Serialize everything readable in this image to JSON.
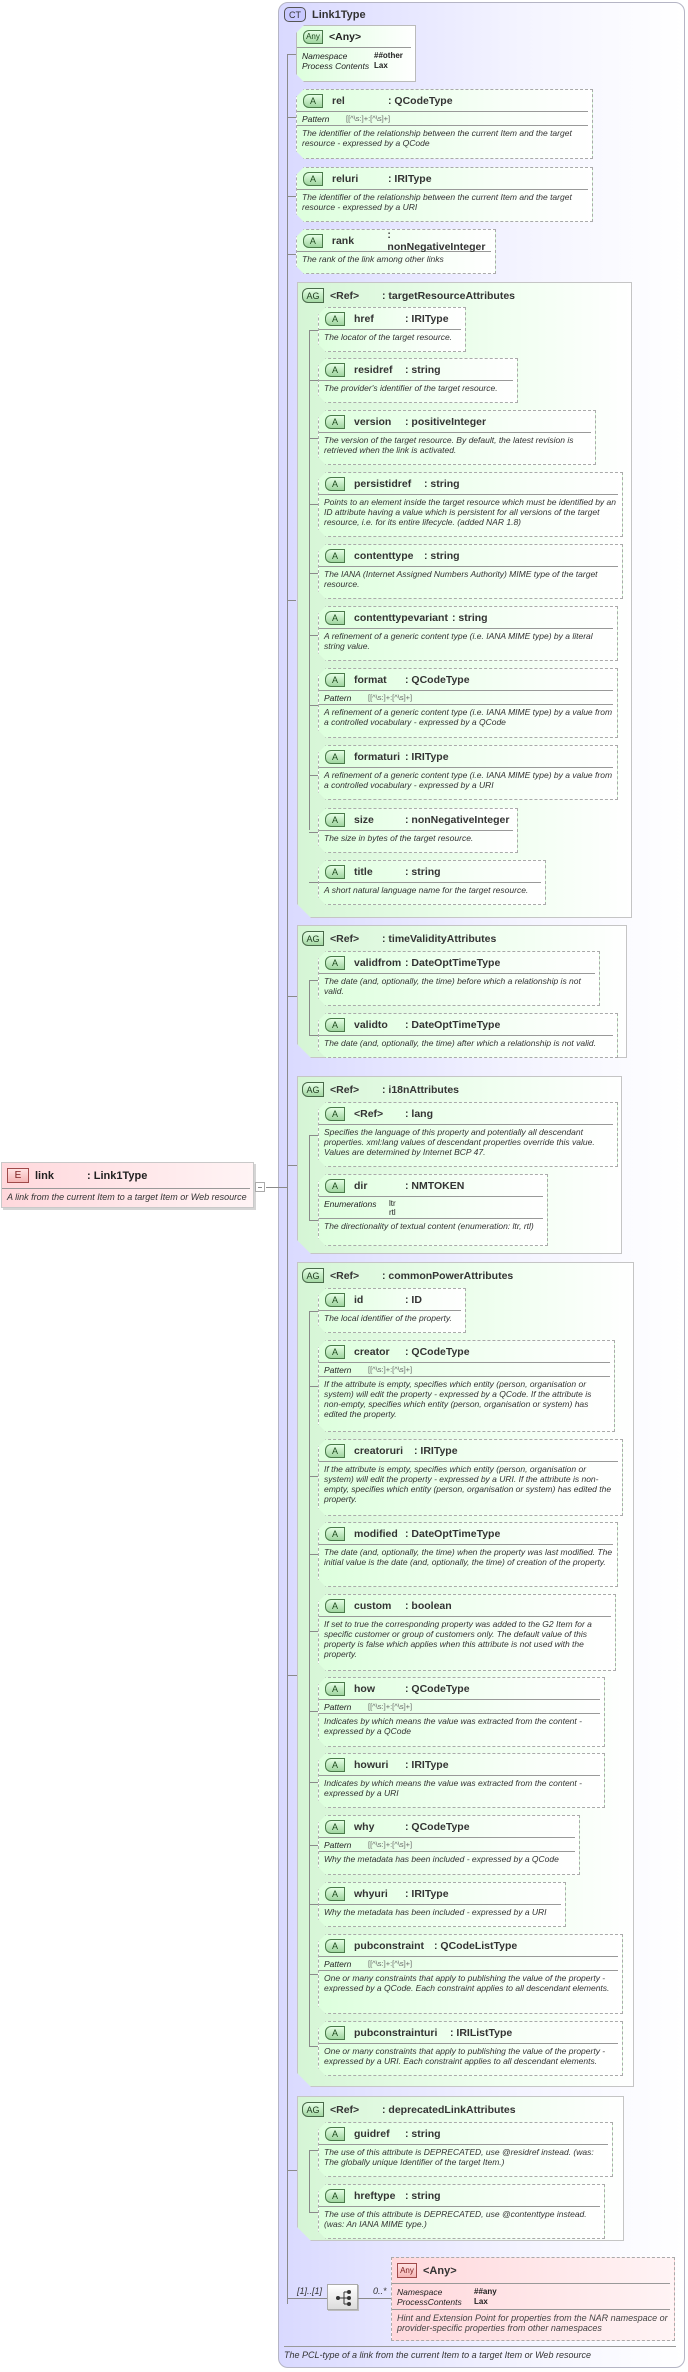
{
  "element": {
    "badge": "E",
    "name": "link",
    "type": ": Link1Type",
    "description": "A link from the current Item to a target Item or Web resource"
  },
  "complex_type": {
    "badge": "CT",
    "name": "Link1Type",
    "footer": "The PCL-type of a link from the current Item to a target Item or Web resource"
  },
  "any_top": {
    "badge": "Any",
    "label": "<Any>",
    "namespace_key": "Namespace",
    "namespace_val": "##other",
    "process_key": "Process Contents",
    "process_val": "Lax"
  },
  "attributes": [
    {
      "badge": "A",
      "name": "rel",
      "type": ": QCodeType",
      "pattern_key": "Pattern",
      "pattern": "[[^\\s:]+:[^\\s]+]",
      "desc": "The identifier of the relationship between the current Item and the target resource - expressed by a QCode"
    },
    {
      "badge": "A",
      "name": "reluri",
      "type": ": IRIType",
      "desc": "The identifier of the relationship between the current Item and the target resource - expressed by a URI"
    },
    {
      "badge": "A",
      "name": "rank",
      "type": ": nonNegativeInteger",
      "desc": "The rank of the link among other links"
    }
  ],
  "groups": [
    {
      "badge": "AG",
      "ref": "<Ref>",
      "name": ": targetResourceAttributes",
      "attributes": [
        {
          "badge": "A",
          "name": "href",
          "type": ": IRIType",
          "desc": "The locator of the target resource."
        },
        {
          "badge": "A",
          "name": "residref",
          "type": ": string",
          "desc": "The  provider's identifier of the target resource."
        },
        {
          "badge": "A",
          "name": "version",
          "type": ": positiveInteger",
          "desc": "The version of the target resource. By default, the latest revision is retrieved when the link is activated."
        },
        {
          "badge": "A",
          "name": "persistidref",
          "type": ": string",
          "desc": "Points to an element inside the target resource which must be identified by an ID attribute having a value which is persistent for all versions of the target resource, i.e. for its entire lifecycle. (added NAR 1.8)"
        },
        {
          "badge": "A",
          "name": "contenttype",
          "type": ": string",
          "desc": "The IANA (Internet Assigned Numbers Authority) MIME type of the target resource."
        },
        {
          "badge": "A",
          "name": "contenttypevariant",
          "type": ": string",
          "desc": "A refinement of a generic content type (i.e. IANA MIME type) by a literal string value."
        },
        {
          "badge": "A",
          "name": "format",
          "type": ": QCodeType",
          "pattern_key": "Pattern",
          "pattern": "[[^\\s:]+:[^\\s]+]",
          "desc": "A refinement of a generic content type (i.e. IANA MIME type) by a value from a controlled vocabulary - expressed by a QCode"
        },
        {
          "badge": "A",
          "name": "formaturi",
          "type": ": IRIType",
          "desc": "A refinement of a generic content type (i.e. IANA MIME type) by a value from a controlled vocabulary - expressed by a URI"
        },
        {
          "badge": "A",
          "name": "size",
          "type": ": nonNegativeInteger",
          "desc": "The size in bytes of the target resource."
        },
        {
          "badge": "A",
          "name": "title",
          "type": ": string",
          "desc": "A short natural language name for the target resource."
        }
      ]
    },
    {
      "badge": "AG",
      "ref": "<Ref>",
      "name": ": timeValidityAttributes",
      "attributes": [
        {
          "badge": "A",
          "name": "validfrom",
          "type": ": DateOptTimeType",
          "desc": "The date (and, optionally, the time) before which a relationship is not valid."
        },
        {
          "badge": "A",
          "name": "validto",
          "type": ": DateOptTimeType",
          "desc": "The date (and, optionally, the time) after which a relationship is not valid."
        }
      ]
    },
    {
      "badge": "AG",
      "ref": "<Ref>",
      "name": ": i18nAttributes",
      "attributes": [
        {
          "badge": "A",
          "name": "<Ref>",
          "type": ": lang",
          "desc": "Specifies the language of this property and potentially all descendant properties. xml:lang values of descendant properties override this value. Values are determined by Internet BCP 47."
        },
        {
          "badge": "A",
          "name": "dir",
          "type": ": NMTOKEN",
          "enum_key": "Enumerations",
          "enum": [
            "ltr",
            "rtl"
          ],
          "desc": "The directionality of textual content (enumeration: ltr, rtl)"
        }
      ]
    },
    {
      "badge": "AG",
      "ref": "<Ref>",
      "name": ": commonPowerAttributes",
      "attributes": [
        {
          "badge": "A",
          "name": "id",
          "type": ": ID",
          "desc": "The local identifier of the property."
        },
        {
          "badge": "A",
          "name": "creator",
          "type": ": QCodeType",
          "pattern_key": "Pattern",
          "pattern": "[[^\\s:]+:[^\\s]+]",
          "desc": "If the attribute is empty, specifies which entity (person, organisation or system) will edit the property - expressed by a QCode. If the attribute is non-empty, specifies which entity (person, organisation or system) has edited the property."
        },
        {
          "badge": "A",
          "name": "creatoruri",
          "type": ": IRIType",
          "desc": "If the attribute is empty, specifies which entity (person, organisation or system) will edit the property - expressed by a URI. If the attribute is non-empty, specifies which entity (person, organisation or system) has edited the property."
        },
        {
          "badge": "A",
          "name": "modified",
          "type": ": DateOptTimeType",
          "desc": "The date (and, optionally, the time) when the property was last modified. The initial value is the date (and, optionally, the time) of creation of the property."
        },
        {
          "badge": "A",
          "name": "custom",
          "type": ": boolean",
          "desc": "If set to true the corresponding property was added to the G2 Item for a specific customer or group of customers only. The default value of this property is false which applies when this attribute is not used with the property."
        },
        {
          "badge": "A",
          "name": "how",
          "type": ": QCodeType",
          "pattern_key": "Pattern",
          "pattern": "[[^\\s:]+:[^\\s]+]",
          "desc": "Indicates by which means the value was extracted from the content - expressed by a QCode"
        },
        {
          "badge": "A",
          "name": "howuri",
          "type": ": IRIType",
          "desc": "Indicates by which means the value was extracted from the content - expressed by a URI"
        },
        {
          "badge": "A",
          "name": "why",
          "type": ": QCodeType",
          "pattern_key": "Pattern",
          "pattern": "[[^\\s:]+:[^\\s]+]",
          "desc": "Why the metadata has been included - expressed by a QCode"
        },
        {
          "badge": "A",
          "name": "whyuri",
          "type": ": IRIType",
          "desc": "Why the metadata has been included - expressed by a URI"
        },
        {
          "badge": "A",
          "name": "pubconstraint",
          "type": ": QCodeListType",
          "pattern_key": "Pattern",
          "pattern": "[[^\\s:]+:[^\\s]+]",
          "desc": "One or many constraints that apply to publishing the value of the property - expressed by a QCode. Each constraint applies to all descendant elements."
        },
        {
          "badge": "A",
          "name": "pubconstrainturi",
          "type": ": IRIListType",
          "desc": "One or many constraints that apply to publishing the value of the property - expressed by a URI. Each constraint applies to all descendant elements."
        }
      ]
    },
    {
      "badge": "AG",
      "ref": "<Ref>",
      "name": ": deprecatedLinkAttributes",
      "attributes": [
        {
          "badge": "A",
          "name": "guidref",
          "type": ": string",
          "desc": "The use of this attribute is DEPRECATED, use @residref instead. (was: The globally unique Identifier of the target Item.)"
        },
        {
          "badge": "A",
          "name": "hreftype",
          "type": ": string",
          "desc": "The use of this attribute is DEPRECATED, use @contenttype instead. (was: An IANA MIME type.)"
        }
      ]
    }
  ],
  "sequence": {
    "multiplicity": "[1]..[1]",
    "child_multiplicity": "0..*"
  },
  "any_bottom": {
    "badge": "Any",
    "label": "<Any>",
    "namespace_key": "Namespace",
    "namespace_val": "##any",
    "process_key": "ProcessContents",
    "process_val": "Lax",
    "desc": "Hint and Extension Point for properties from the NAR namespace or provider-specific properties from other namespaces"
  }
}
